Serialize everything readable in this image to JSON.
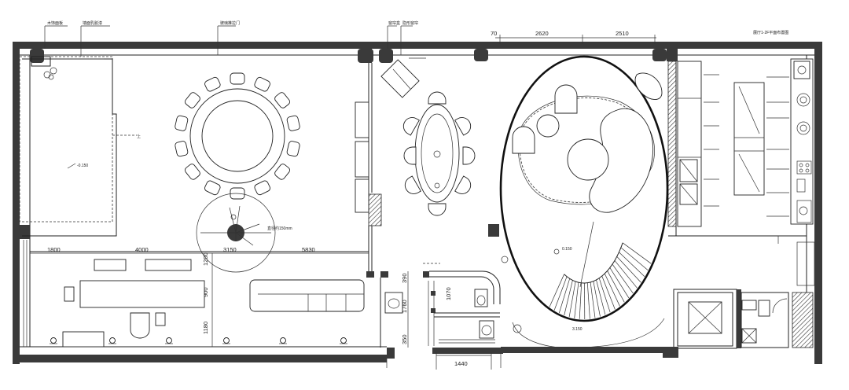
{
  "top_labels": {
    "label1": "木饰面板",
    "label2": "墙面乳胶漆",
    "label3": "玻璃推拉门",
    "label4": "窗帘盒",
    "label5": "隐形窗帘",
    "title_note": "展厅1-2F平面布置图"
  },
  "dims_top": [
    "70",
    "2620",
    "2510"
  ],
  "dims_left": [
    "1800",
    "4000",
    "3150",
    "5830"
  ],
  "dims_vertical_left": [
    "1200",
    "900",
    "1180"
  ],
  "dims_vertical_mid": [
    "390",
    "1760",
    "350"
  ],
  "dims_vertical_wc": [
    "1070"
  ],
  "dim_bottom": "1440",
  "notes": {
    "level": "-0.150",
    "up": "上",
    "pillar": "直径约150mm",
    "stair_elev1": "0.150",
    "stair_elev2": "3.150"
  }
}
